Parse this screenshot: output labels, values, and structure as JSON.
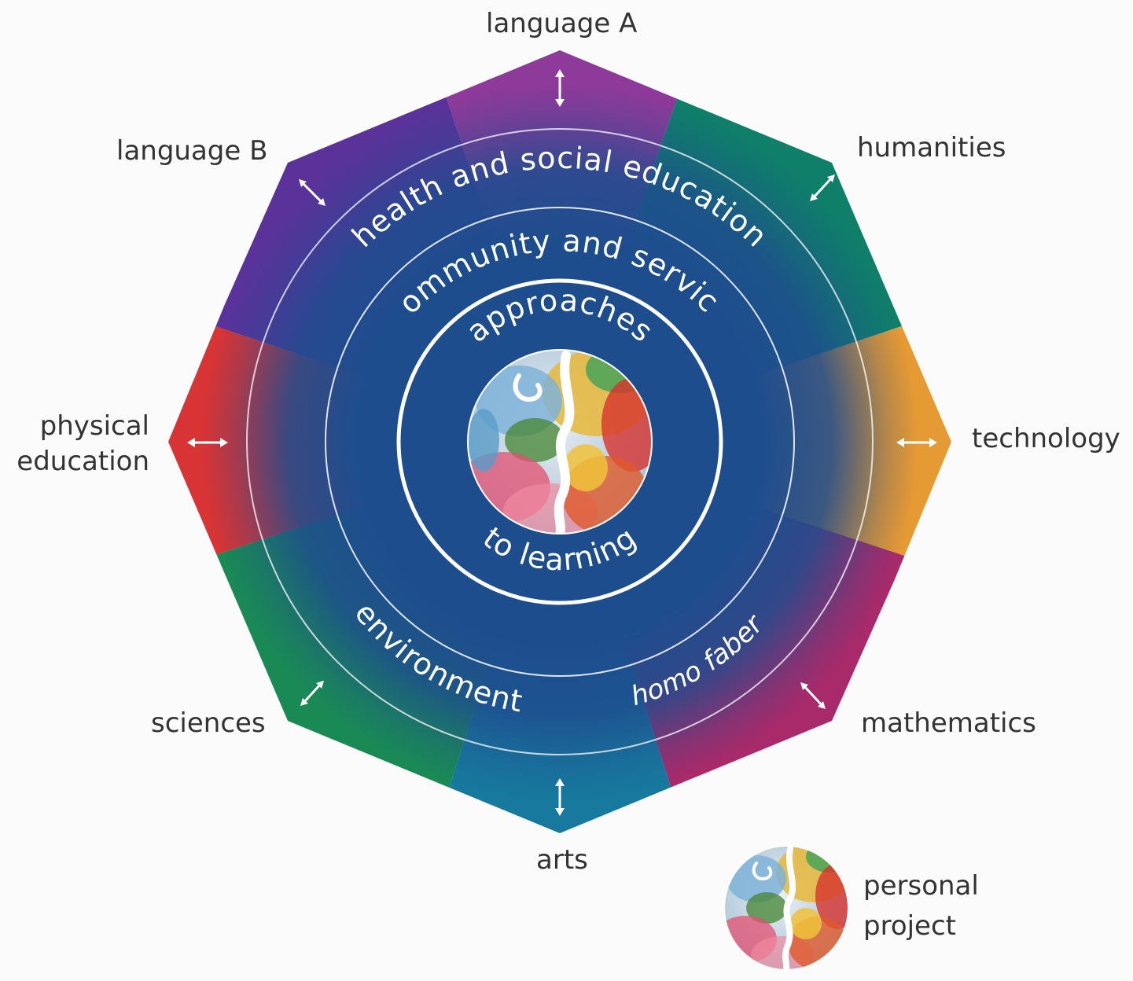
{
  "subjects": {
    "language_a": "language A",
    "humanities": "humanities",
    "technology": "technology",
    "mathematics": "mathematics",
    "arts": "arts",
    "sciences": "sciences",
    "physical_education": [
      "physical",
      "education"
    ],
    "language_b": "language B"
  },
  "areas_of_interaction": {
    "health_social": "health and social education",
    "community_service": "community and service",
    "approaches_top": "approaches",
    "approaches_bottom": "to learning",
    "environment": "environment",
    "homo_faber": "homo faber"
  },
  "legend": {
    "icon": "globe-icon",
    "label": [
      "personal",
      "project"
    ]
  },
  "colors": {
    "language_a": "#8e3a9a",
    "humanities": "#0f7f6a",
    "technology": "#e69a33",
    "mathematics": "#a82a6a",
    "arts": "#17799e",
    "sciences": "#1a8a55",
    "physical_education": "#d83435",
    "language_b": "#5a329a",
    "center_blue": "#1e4d8e"
  }
}
